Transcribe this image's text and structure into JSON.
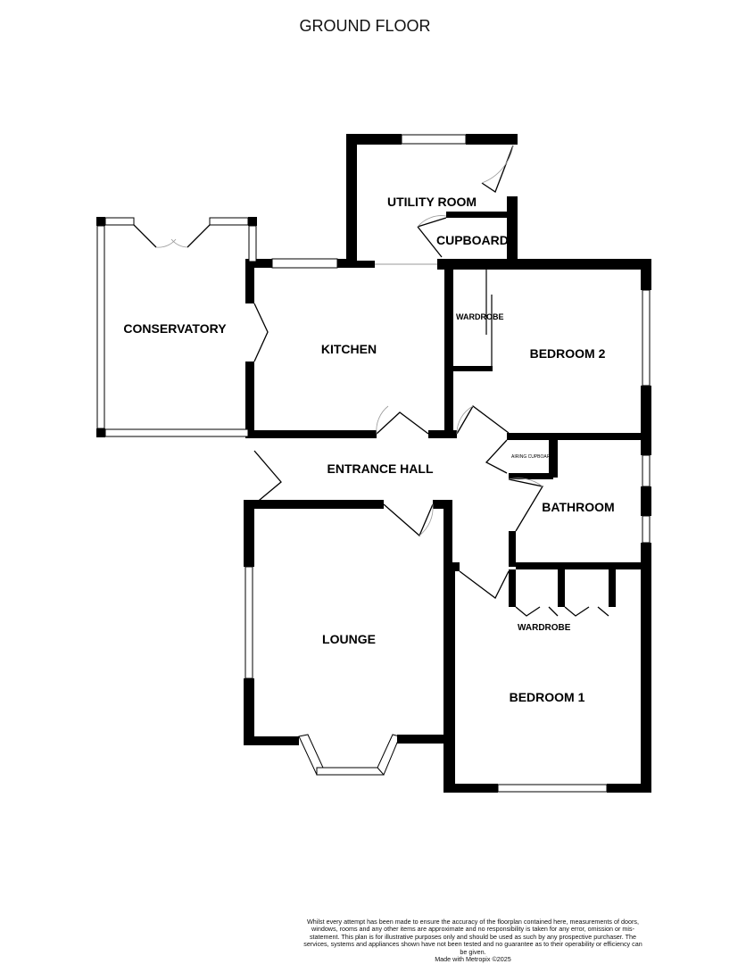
{
  "title": "GROUND FLOOR",
  "rooms": {
    "utility": "UTILITY ROOM",
    "cupboard": "CUPBOARD",
    "conservatory": "CONSERVATORY",
    "kitchen": "KITCHEN",
    "wardrobe2": "WARDROBE",
    "bedroom2": "BEDROOM 2",
    "entrance_hall": "ENTRANCE HALL",
    "airing_cupboard": "AIRING CUPBOARD",
    "bathroom": "BATHROOM",
    "wardrobe1": "WARDROBE",
    "lounge": "LOUNGE",
    "bedroom1": "BEDROOM 1"
  },
  "disclaimer": "Whilst every attempt has been made to ensure the accuracy of the floorplan contained here, measurements of doors, windows, rooms and any other items are approximate and no responsibility is taken for any error, omission or mis-statement. This plan is for illustrative purposes only and should be used as such by any prospective purchaser. The services, systems and appliances shown have not been tested and no guarantee as to their operability or efficiency can be given.",
  "credit": "Made with Metropix ©2025"
}
